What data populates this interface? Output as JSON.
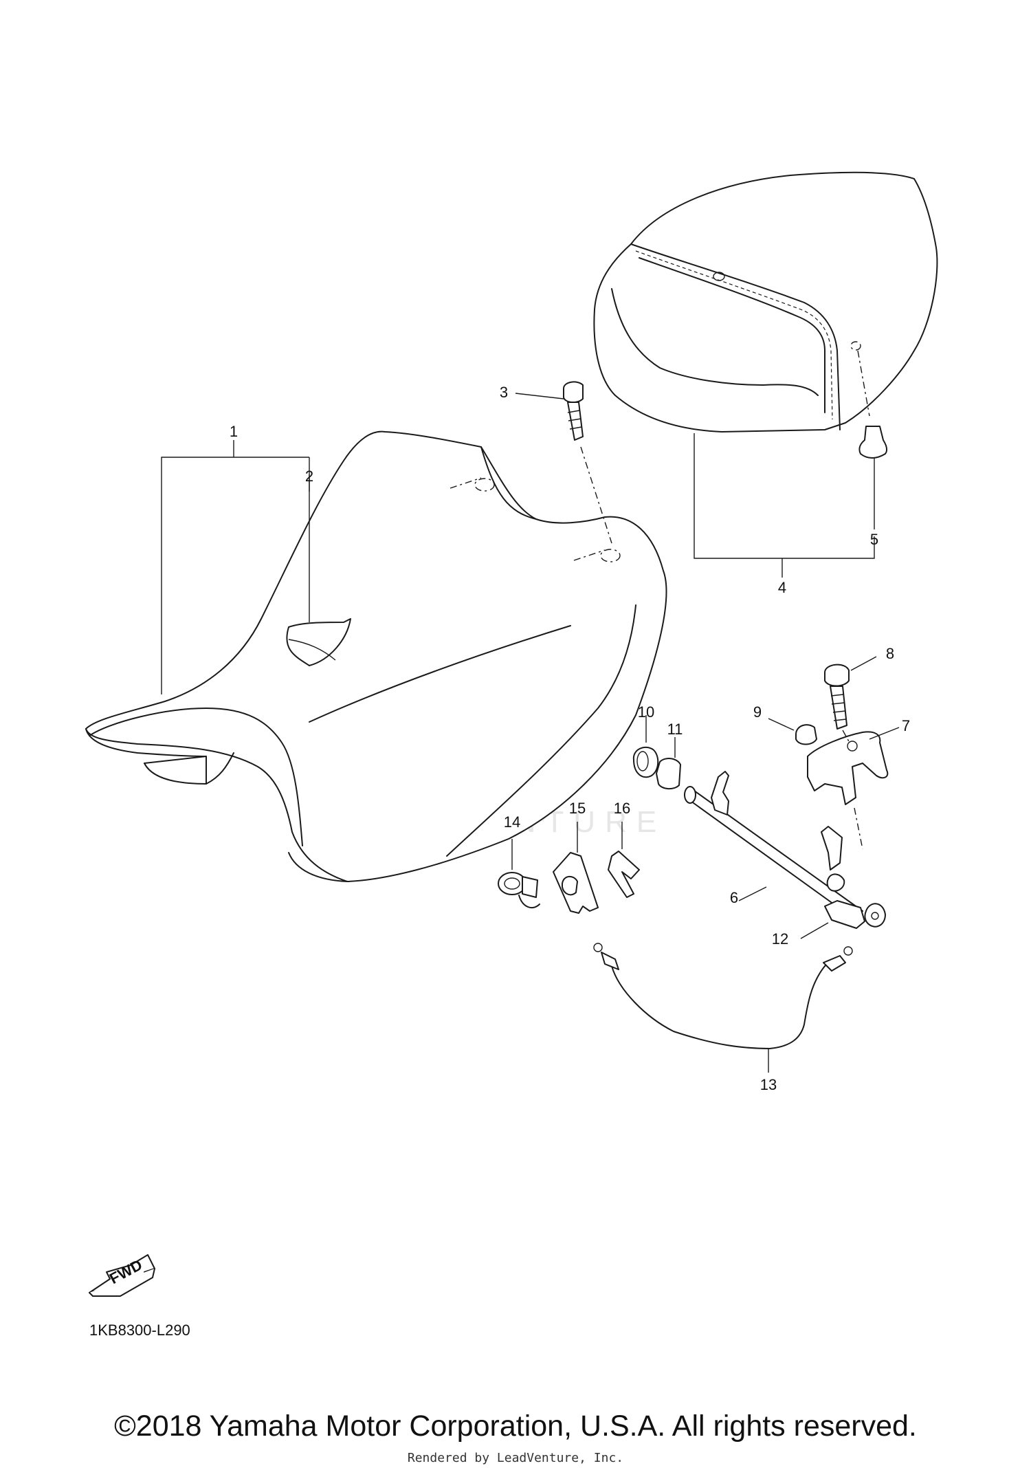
{
  "diagram": {
    "parts": [
      {
        "label": "1"
      },
      {
        "label": "2"
      },
      {
        "label": "3"
      },
      {
        "label": "4"
      },
      {
        "label": "5"
      },
      {
        "label": "6"
      },
      {
        "label": "7"
      },
      {
        "label": "8"
      },
      {
        "label": "9"
      },
      {
        "label": "10"
      },
      {
        "label": "11"
      },
      {
        "label": "12"
      },
      {
        "label": "13"
      },
      {
        "label": "14"
      },
      {
        "label": "15"
      },
      {
        "label": "16"
      }
    ],
    "fwd_label": "FWD",
    "drawing_code": "1KB8300-L290",
    "watermark": "LEADVENTURE"
  },
  "footer": {
    "copyright": "©2018 Yamaha Motor Corporation, U.S.A. All rights reserved.",
    "rendered_by": "Rendered by LeadVenture, Inc."
  }
}
